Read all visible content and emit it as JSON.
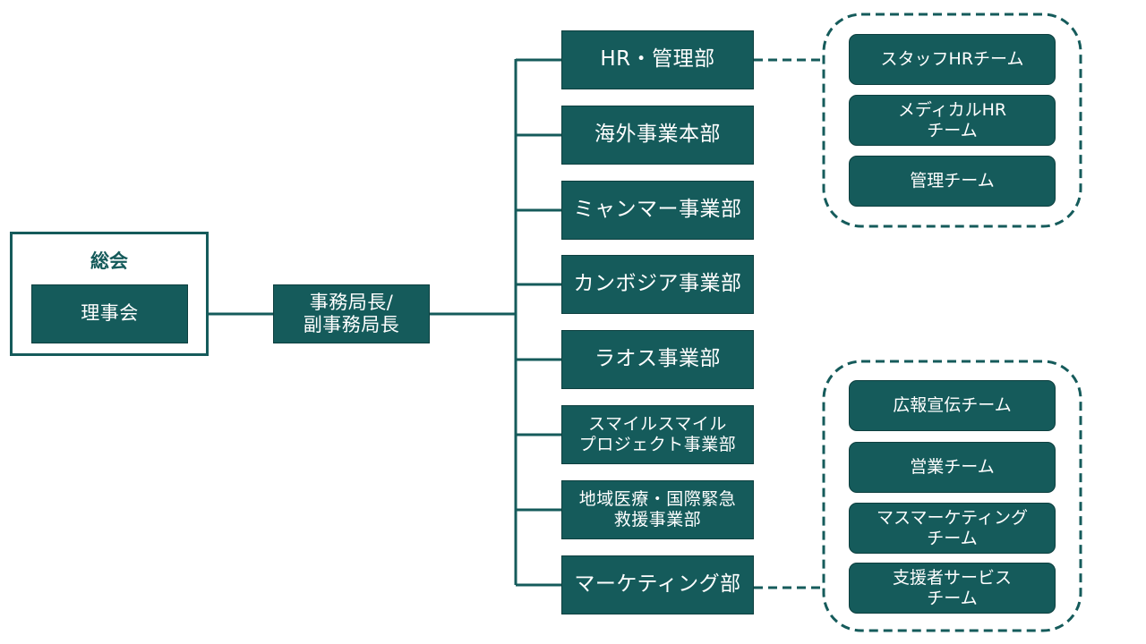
{
  "general_assembly": {
    "label": "総会",
    "board": "理事会"
  },
  "secretariat": {
    "label": "事務局長/\n副事務局長"
  },
  "departments": [
    {
      "label": "HR・管理部"
    },
    {
      "label": "海外事業本部"
    },
    {
      "label": "ミャンマー事業部"
    },
    {
      "label": "カンボジア事業部"
    },
    {
      "label": "ラオス事業部"
    },
    {
      "label": "スマイルスマイル\nプロジェクト事業部"
    },
    {
      "label": "地域医療・国際緊急\n救援事業部"
    },
    {
      "label": "マーケティング部"
    }
  ],
  "hr_teams": [
    {
      "label": "スタッフHRチーム"
    },
    {
      "label": "メディカルHR\nチーム"
    },
    {
      "label": "管理チーム"
    }
  ],
  "marketing_teams": [
    {
      "label": "広報宣伝チーム"
    },
    {
      "label": "営業チーム"
    },
    {
      "label": "マスマーケティング\nチーム"
    },
    {
      "label": "支援者サービス\nチーム"
    }
  ],
  "colors": {
    "box_fill": "#155b5b",
    "line": "#155b5b",
    "text": "#ffffff"
  }
}
